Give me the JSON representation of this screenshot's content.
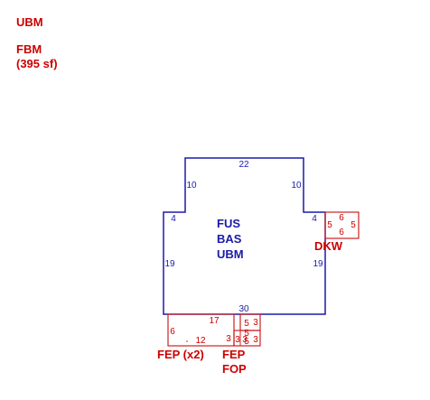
{
  "header": {
    "line1": "UBM",
    "line2": "FBM",
    "line3": "(395 sf)"
  },
  "main": {
    "labels": [
      "FUS",
      "BAS",
      "UBM"
    ],
    "dims": {
      "top": "22",
      "left_upper": "10",
      "right_upper": "10",
      "left_step": "4",
      "right_step": "4",
      "left": "19",
      "right": "19",
      "bottom": "30"
    }
  },
  "dkw": {
    "label": "DKW",
    "dims": [
      "5",
      "6",
      "6",
      "5"
    ]
  },
  "fep_x2": {
    "label": "FEP (x2)",
    "dims": {
      "top": "17",
      "left": "6",
      "bottom": "12",
      "right": "3"
    }
  },
  "fep_fop": {
    "labels": [
      "FEP",
      "FOP"
    ],
    "upper": {
      "a": "5",
      "b": "3",
      "c": "5"
    },
    "lower": {
      "a": "3",
      "b": "3",
      "c": "3",
      "d": "5"
    }
  },
  "colors": {
    "main_line": "#1a1aaa",
    "addon_line": "#cc2222"
  }
}
